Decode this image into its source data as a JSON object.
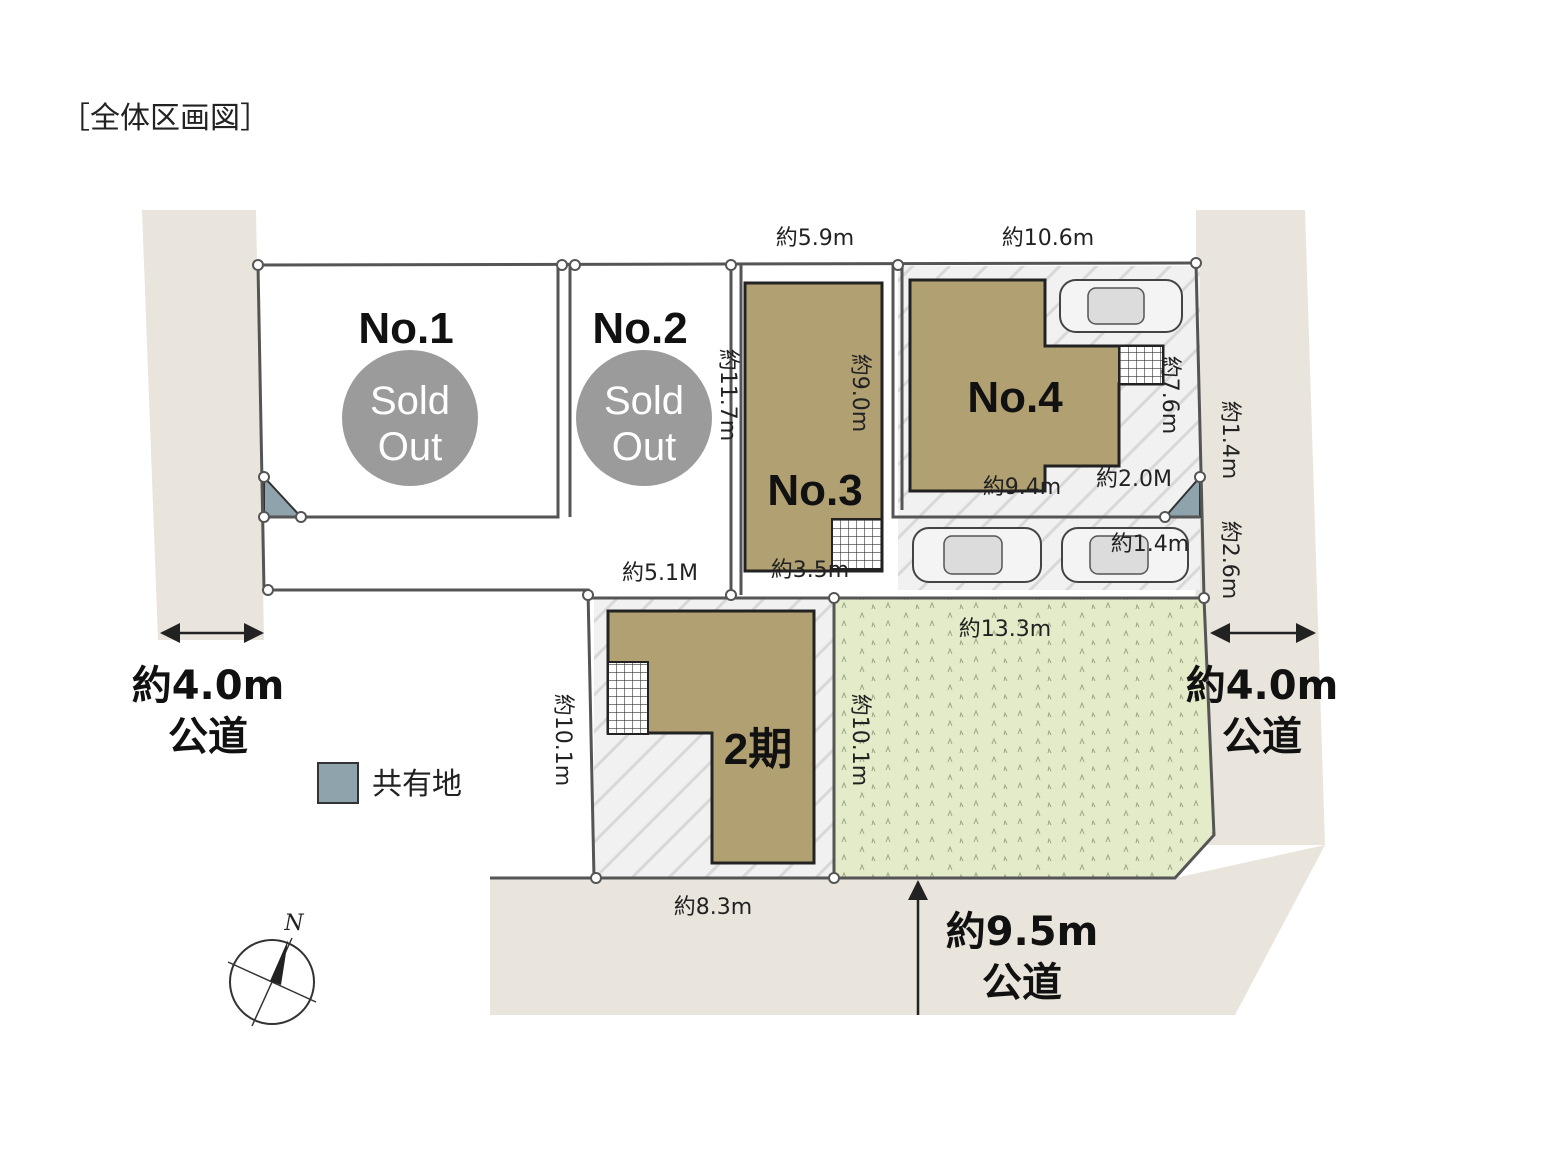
{
  "title": "［全体区画図］",
  "colors": {
    "road": "#e9e5dc",
    "building": "#b1a072",
    "lawn": "#e3ebc9",
    "common_land": "#8fa3ad",
    "sold_badge": "#9b9b9b",
    "boundary": "#555555"
  },
  "lots": [
    {
      "label": "No.1",
      "status": [
        "Sold",
        "Out"
      ]
    },
    {
      "label": "No.2",
      "status": [
        "Sold",
        "Out"
      ]
    },
    {
      "label": "No.3"
    },
    {
      "label": "No.4"
    },
    {
      "label": "2期"
    }
  ],
  "dimensions": {
    "no3_top": "約5.9m",
    "no4_top": "約10.6m",
    "no3_left": "約11.7m",
    "no3_inner": "約9.0m",
    "no3_bottom": "約3.5m",
    "no4_right_inner": "約7.6m",
    "no4_bottom": "約9.4m",
    "no4_gap": "約2.0M",
    "parking_width": "約1.4m",
    "right_upper": "約1.4m",
    "right_lower": "約2.6m",
    "path_width": "約5.1M",
    "phase2_top": "約13.3m",
    "phase2_left": "約10.1m",
    "phase2_mid": "約10.1m",
    "phase2_bottom": "約8.3m"
  },
  "roads": {
    "west": {
      "width": "約4.0m",
      "type": "公道"
    },
    "east": {
      "width": "約4.0m",
      "type": "公道"
    },
    "south": {
      "width": "約9.5m",
      "type": "公道"
    }
  },
  "legend": {
    "label": "共有地"
  },
  "compass": {
    "label": "N"
  }
}
